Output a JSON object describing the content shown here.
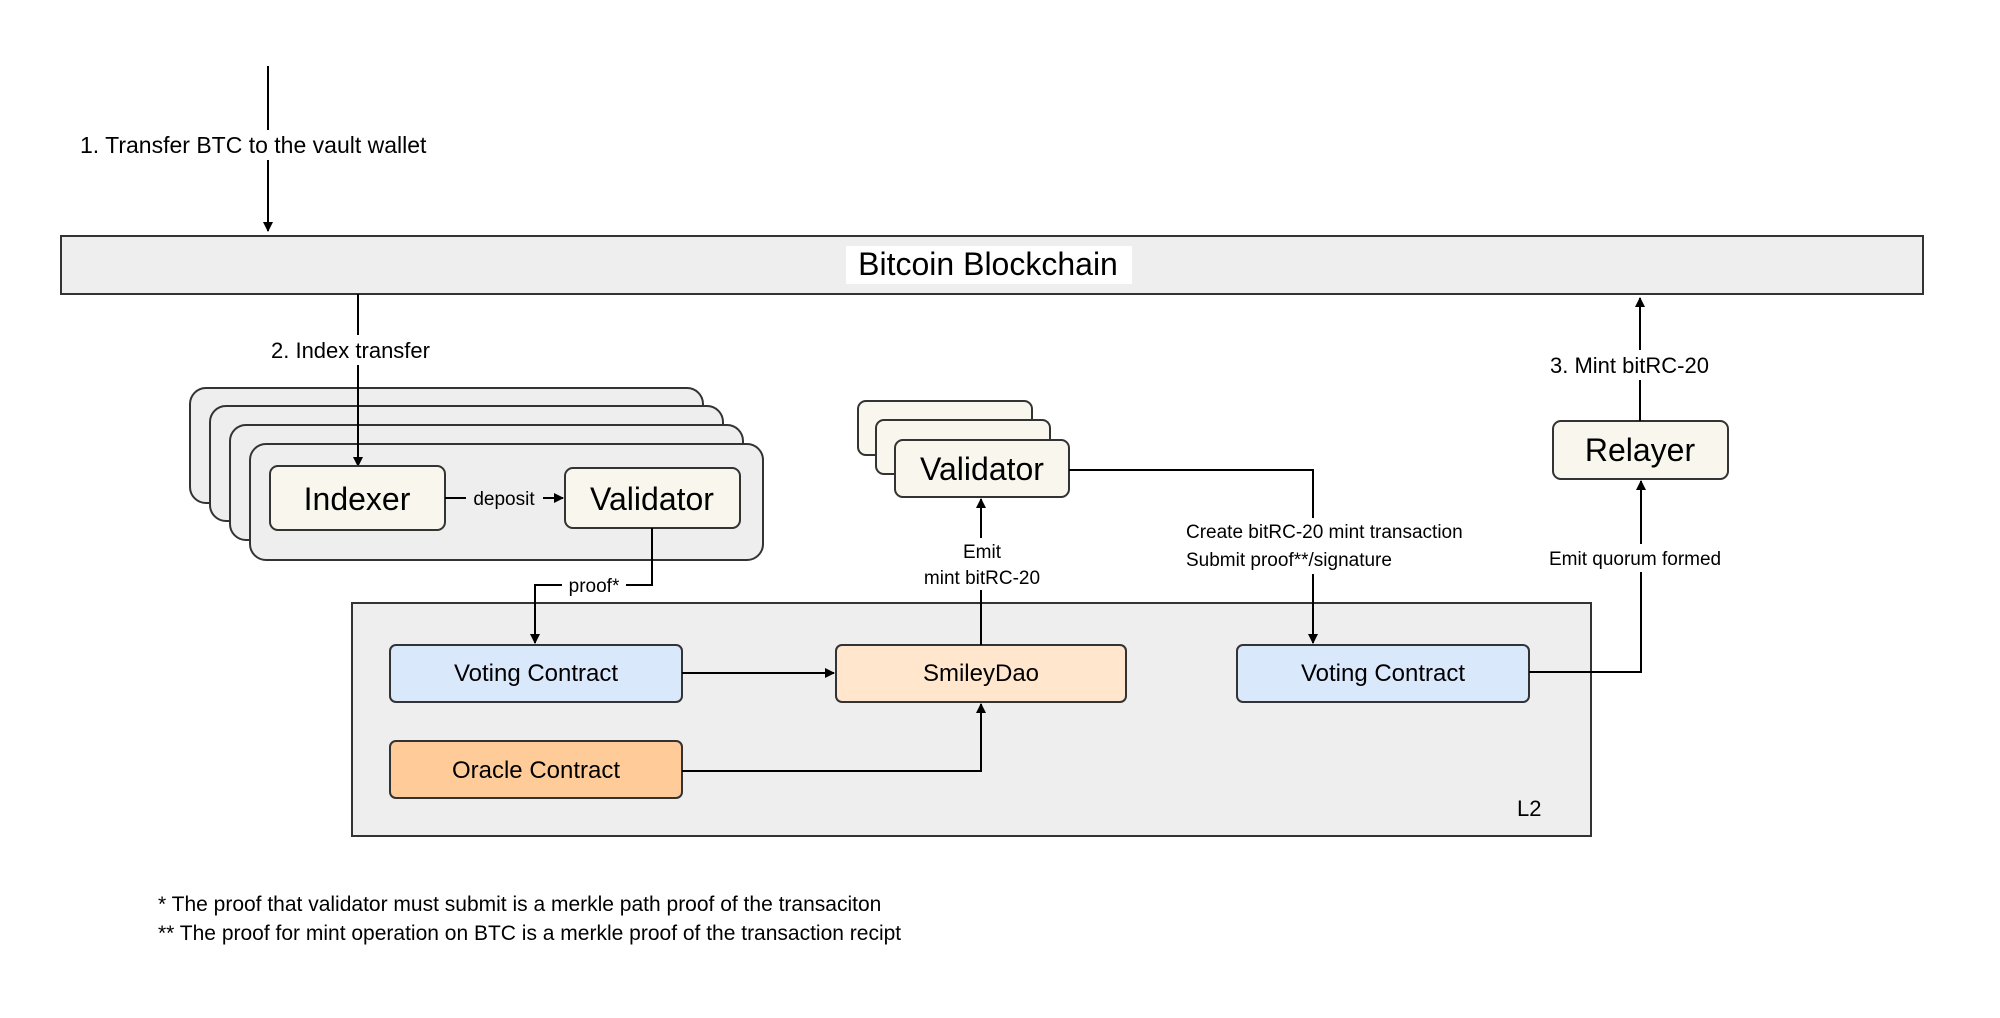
{
  "steps": {
    "transfer": "1. Transfer  BTC to the vault wallet",
    "index": "2. Index transfer",
    "mint": "3. Mint bitRC-20"
  },
  "blockchain": {
    "label": "Bitcoin Blockchain"
  },
  "left_cluster": {
    "indexer": "Indexer",
    "validator": "Validator",
    "deposit_edge": "deposit",
    "proof_edge": "proof*"
  },
  "middle_cluster": {
    "validator": "Validator",
    "emit_line1": "Emit",
    "emit_line2": "mint bitRC-20"
  },
  "right_annotations": {
    "create_line1": "Create bitRC-20 mint transaction",
    "create_line2": "Submit proof**/signature",
    "quorum": "Emit quorum formed"
  },
  "relayer": {
    "label": "Relayer"
  },
  "l2": {
    "label": "L2",
    "voting_contract_left": "Voting Contract",
    "smileydao": "SmileyDao",
    "oracle_contract": "Oracle Contract",
    "voting_contract_right": "Voting Contract"
  },
  "colors": {
    "blue_fill": "#dae8fc",
    "blue_stroke": "#6c8ebf",
    "peach_fill": "#ffe6cc",
    "peach_stroke": "#d79b00",
    "orange_fill": "#ffcc99",
    "card_fill": "#f9f7ed",
    "panel_fill": "#eeeeee"
  },
  "footnotes": [
    "*  The proof that validator must submit is a merkle path proof of the transaciton",
    "** The proof for mint operation on BTC is a merkle proof of the transaction recipt"
  ]
}
